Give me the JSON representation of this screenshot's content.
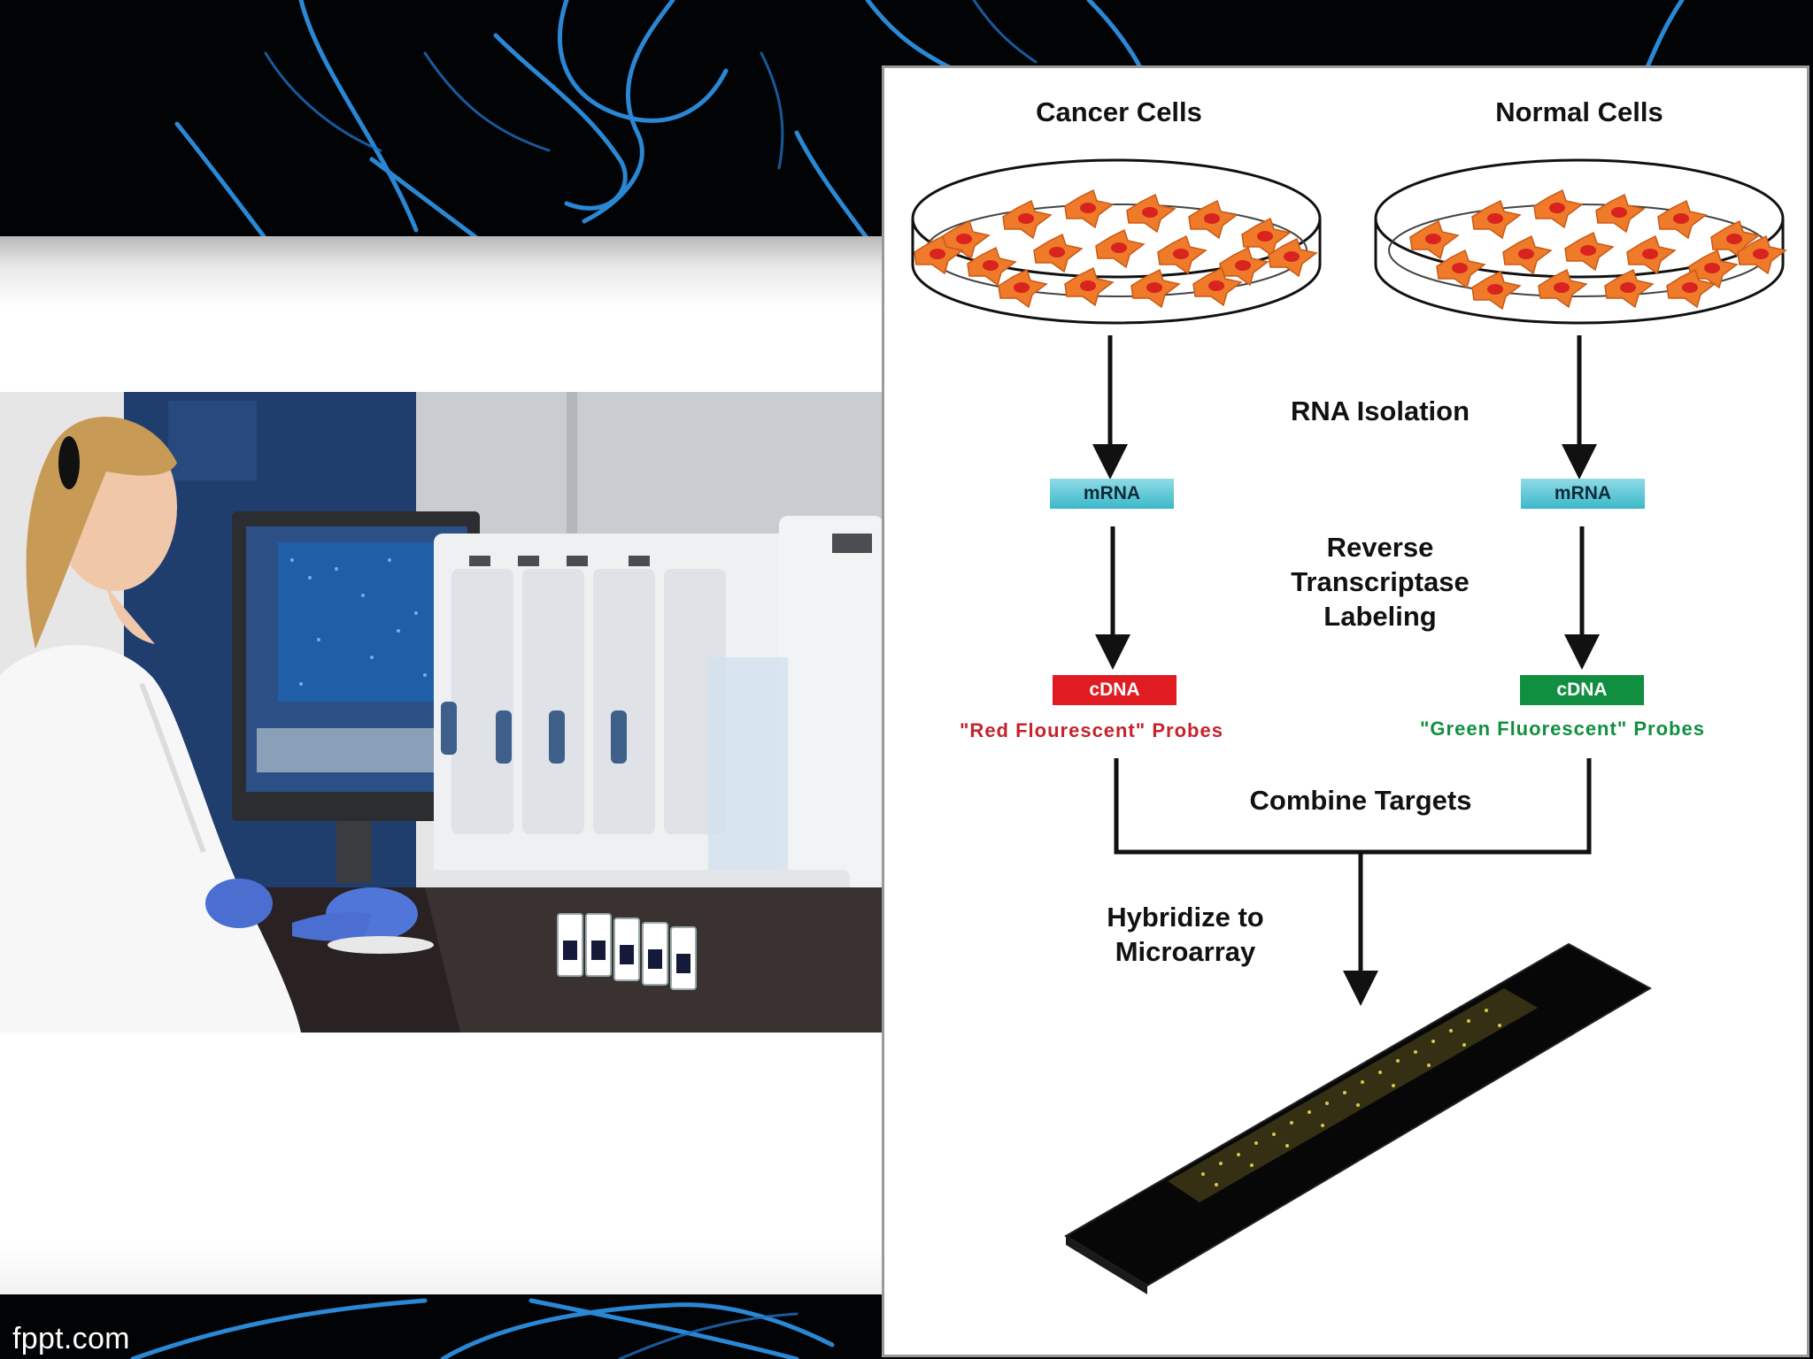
{
  "slide": {
    "footer_brand": "fppt.com"
  },
  "photo": {
    "subject": "lab-technician-at-microarray-workstation"
  },
  "diagram": {
    "source_left": "Cancer Cells",
    "source_right": "Normal Cells",
    "step_rna": "RNA Isolation",
    "step_rt": [
      "Reverse",
      "Transcriptase",
      "Labeling"
    ],
    "mrna_chip": "mRNA",
    "cdna_chip": "cDNA",
    "probe_left": "\"Red Flourescent\" Probes",
    "probe_right": "\"Green Fluorescent\" Probes",
    "step_combine": "Combine Targets",
    "step_hybridize": [
      "Hybridize to",
      "Microarray"
    ],
    "colors": {
      "cell_orange": "#ee7a2a",
      "cell_nucleus": "#d8231f",
      "chip_red": "#e11b22",
      "chip_green": "#0f8f3f",
      "mrna_chip": "#4ec0cf",
      "probe_red_text": "#c4232b",
      "probe_green_text": "#0f8f3f",
      "fiber_blue": "#2d8fe0"
    }
  }
}
